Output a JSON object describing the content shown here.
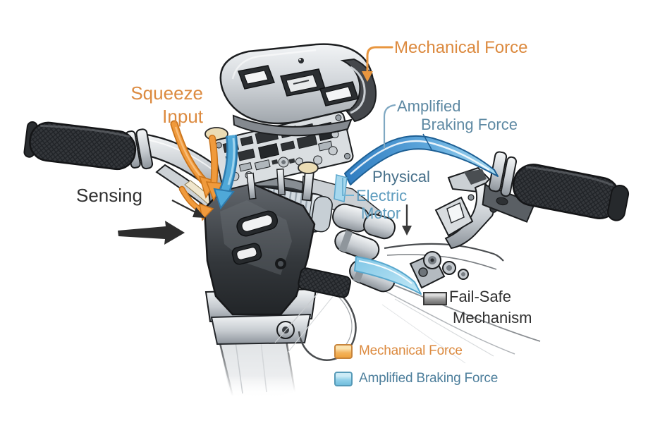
{
  "diagram": {
    "subject": "electronic-assisted-bicycle-brake-handlebar-illustration",
    "labels": {
      "mechanical_force_top": "Mechanical Force",
      "squeeze": {
        "line1": "Squeeze",
        "line2": "Input"
      },
      "amplified": {
        "line1": "Amplified",
        "line2": "Braking Force"
      },
      "motor_label": {
        "line1": "Physical",
        "line2": "Electric",
        "line3": "Motor"
      },
      "sensing": "Sensing",
      "failsafe": {
        "line1": "Fail-Safe",
        "line2": "Mechanism"
      }
    },
    "legend": {
      "items": [
        {
          "label": "Mechanical Force",
          "swatch_color": "#F3B35C",
          "text_color": "#DC8A3F"
        },
        {
          "label": "Amplified Braking Force",
          "swatch_color": "#8FCFE8",
          "text_color": "#4E7F9C"
        }
      ],
      "failsafe_swatch_color": "#9A9A9A"
    },
    "colors": {
      "orange_label": "#DC8A3F",
      "steel_blue_label": "#5E89A3",
      "physical_label": "#47708A",
      "electric_motor_label": "#5E9CBE",
      "ink": "#303030",
      "arrow_orange": "#F09A3C",
      "arrow_blue_dark": "#2F7CC0",
      "arrow_blue_light": "#A9DCF2",
      "background": "#FFFFFF"
    }
  }
}
